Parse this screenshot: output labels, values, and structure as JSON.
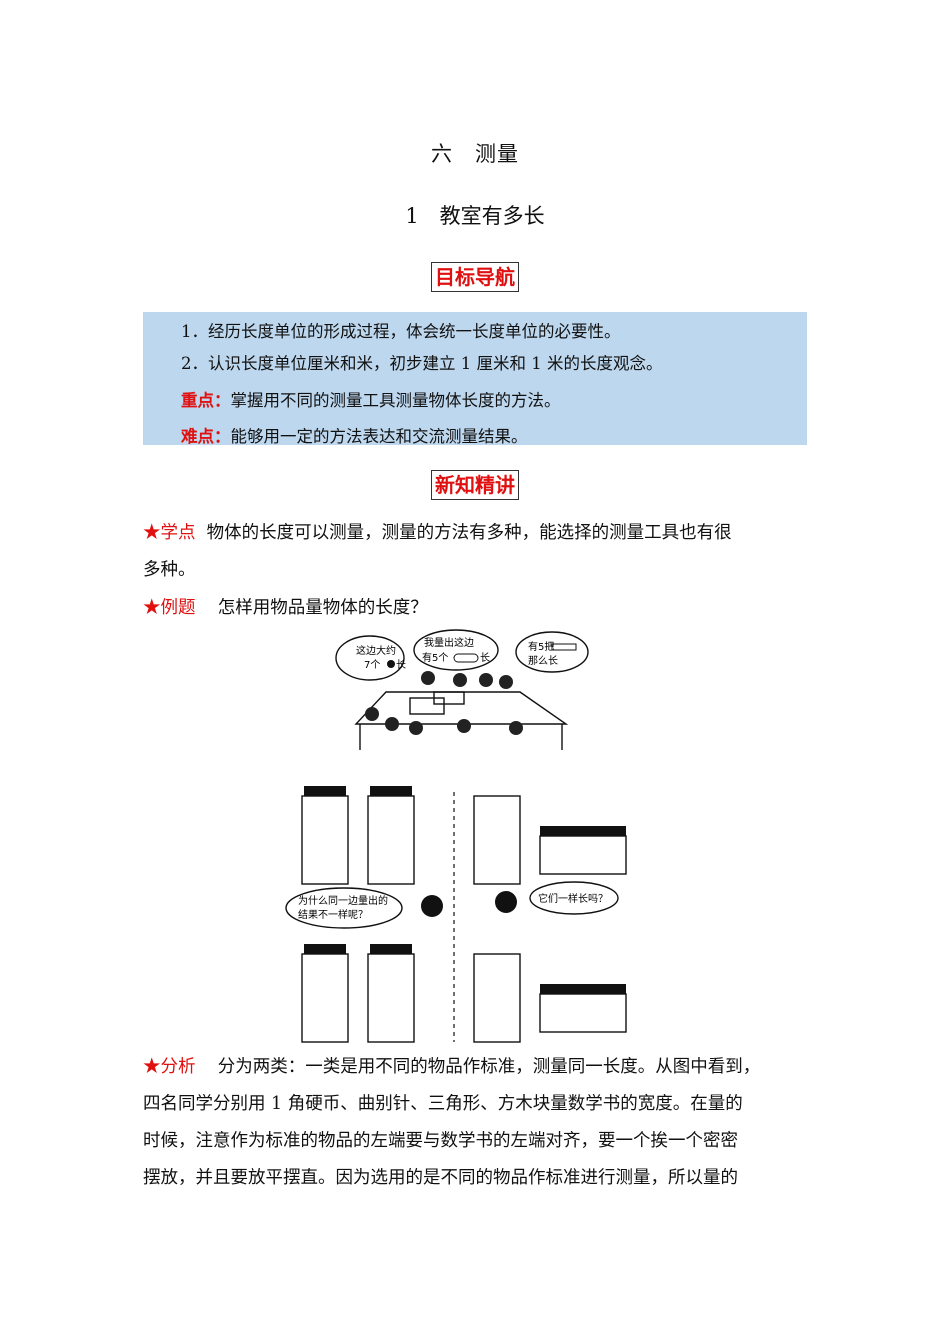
{
  "chapter_title": "六　测量",
  "lesson_title": "1　教室有多长",
  "section_goals": "目标导航",
  "goals": {
    "item1": "1．经历长度单位的形成过程，体会统一长度单位的必要性。",
    "item2": "2．认识长度单位厘米和米，初步建立 1 厘米和 1 米的长度观念。",
    "key_label": "重点：",
    "key_text": "掌握用不同的测量工具测量物体长度的方法。",
    "difficult_label": "难点：",
    "difficult_text": "能够用一定的方法表达和交流测量结果。"
  },
  "section_new": "新知精讲",
  "study_point": {
    "label": "★学点",
    "line1": "物体的长度可以测量，测量的方法有多种，能选择的测量工具也有很",
    "line2": "多种。"
  },
  "example": {
    "label": "★例题",
    "text": "怎样用物品量物体的长度？"
  },
  "figure_top": {
    "bubble1_line1": "这边大约",
    "bubble1_line2": "7个",
    "bubble1_line2_end": "长",
    "bubble2_line1": "我量出这边",
    "bubble2_line2": "有5个",
    "bubble2_line2_end": "长",
    "bubble3_line1": "有5把",
    "bubble3_line2": "那么长"
  },
  "figure_bottom": {
    "bubble_left_line1": "为什么同一边量出的",
    "bubble_left_line2": "结果不一样呢？",
    "bubble_right": "它们一样长吗？"
  },
  "analysis": {
    "label": "★分析",
    "line1": "分为两类：一类是用不同的物品作标准，测量同一长度。从图中看到，",
    "line2": "四名同学分别用 1 角硬币、曲别针、三角形、方木块量数学书的宽度。在量的",
    "line3": "时候，注意作为标准的物品的左端要与数学书的左端对齐，要一个挨一个密密",
    "line4": "摆放，并且要放平摆直。因为选用的是不同的物品作标准进行测量，所以量的"
  }
}
